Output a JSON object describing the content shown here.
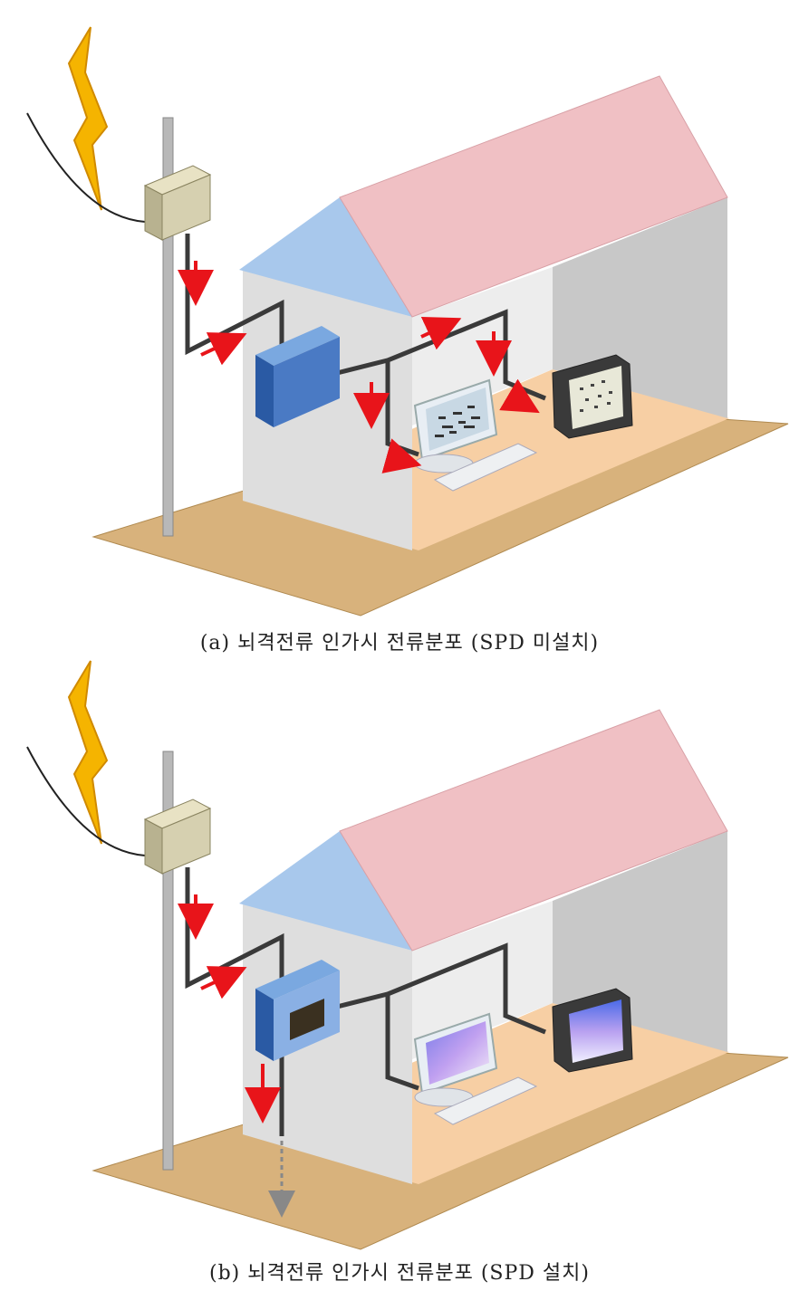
{
  "figures": [
    {
      "id": "a",
      "caption": "(a) 뇌격전류 인가시 전류분포 (SPD 미설치)",
      "spd_installed": false
    },
    {
      "id": "b",
      "caption": "(b) 뇌격전류 인가시 전류분포 (SPD 설치)",
      "spd_installed": true
    }
  ],
  "colors": {
    "lightning": "#f5b400",
    "current_arrow": "#e8141a",
    "roof": "#f0c0c4",
    "gable": "#a8c8ec",
    "wall": "#dcdcdc",
    "floor": "#f7cfa4",
    "ground": "#d8b27c",
    "wire": "#3a3a3a",
    "panel_box": "#4a7ac4",
    "transformer": "#d6d0b0",
    "earth_arrow": "#888888"
  },
  "icons": [
    "lightning-icon",
    "transformer-icon",
    "distribution-panel-icon",
    "computer-icon",
    "crt-monitor-icon"
  ]
}
